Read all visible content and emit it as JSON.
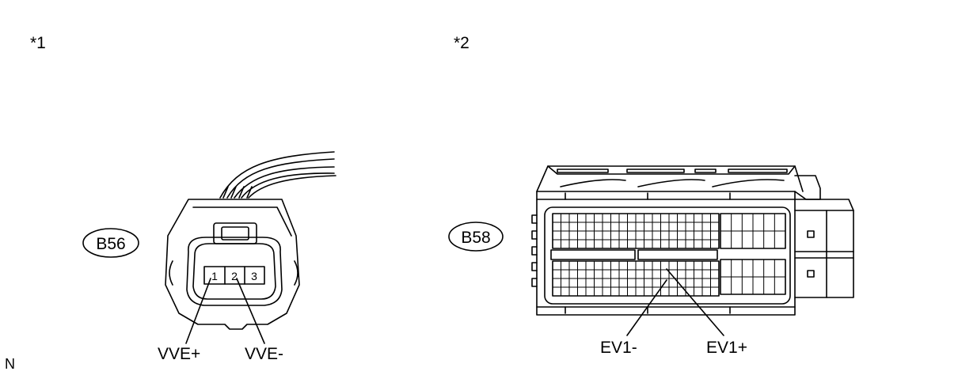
{
  "callouts": {
    "left": "*1",
    "right": "*2"
  },
  "connectors": {
    "left": {
      "code": "B56",
      "pins": [
        "1",
        "2",
        "3"
      ],
      "terminals": [
        "VVE+",
        "VVE-"
      ]
    },
    "right": {
      "code": "B58",
      "terminals": [
        "EV1-",
        "EV1+"
      ]
    }
  },
  "corner_mark": "N"
}
